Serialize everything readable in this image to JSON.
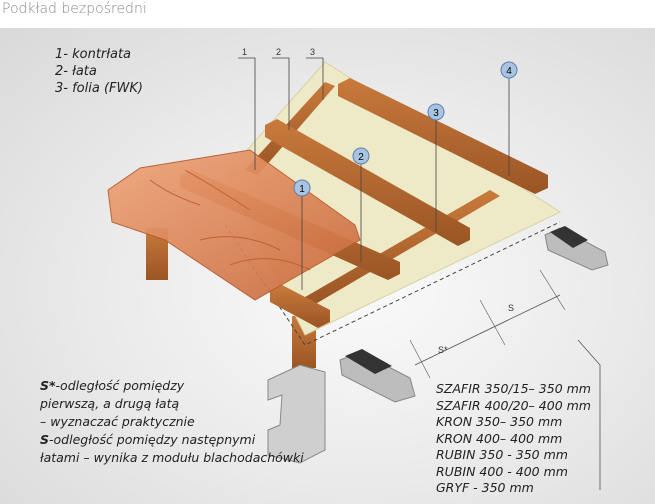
{
  "title": "Podkład bezpośredni",
  "legend": [
    "1- kontrłata",
    "2- łata",
    "3- folia (FWK)"
  ],
  "callouts": {
    "top": [
      "1",
      "2",
      "3"
    ],
    "circles": [
      "1",
      "2",
      "3",
      "4"
    ]
  },
  "dimensions": {
    "s": "S",
    "s_star": "S*"
  },
  "notes": {
    "s_star_key": "S*",
    "s_star_text_1": "-odległość pomiędzy",
    "s_star_text_2": "pierwszą, a drugą łatą",
    "s_star_text_3": "– wyznaczać praktycznie",
    "s_key": "S",
    "s_text_1": "-odległość pomiędzy następnymi",
    "s_text_2": "łatami – wynika z modułu blachodachówki"
  },
  "models": [
    "SZAFIR 350/15– 350 mm",
    "SZAFIR 400/20– 400 mm",
    "KRON 350– 350 mm",
    "KRON 400– 400 mm",
    "RUBIN 350 - 350 mm",
    "RUBIN 400 - 400 mm",
    "GRYF - 350 mm"
  ],
  "colors": {
    "wood": "#b8672e",
    "membrane": "#eee9c6",
    "tile": "#e08a55",
    "steel": "#b9b9b9"
  }
}
